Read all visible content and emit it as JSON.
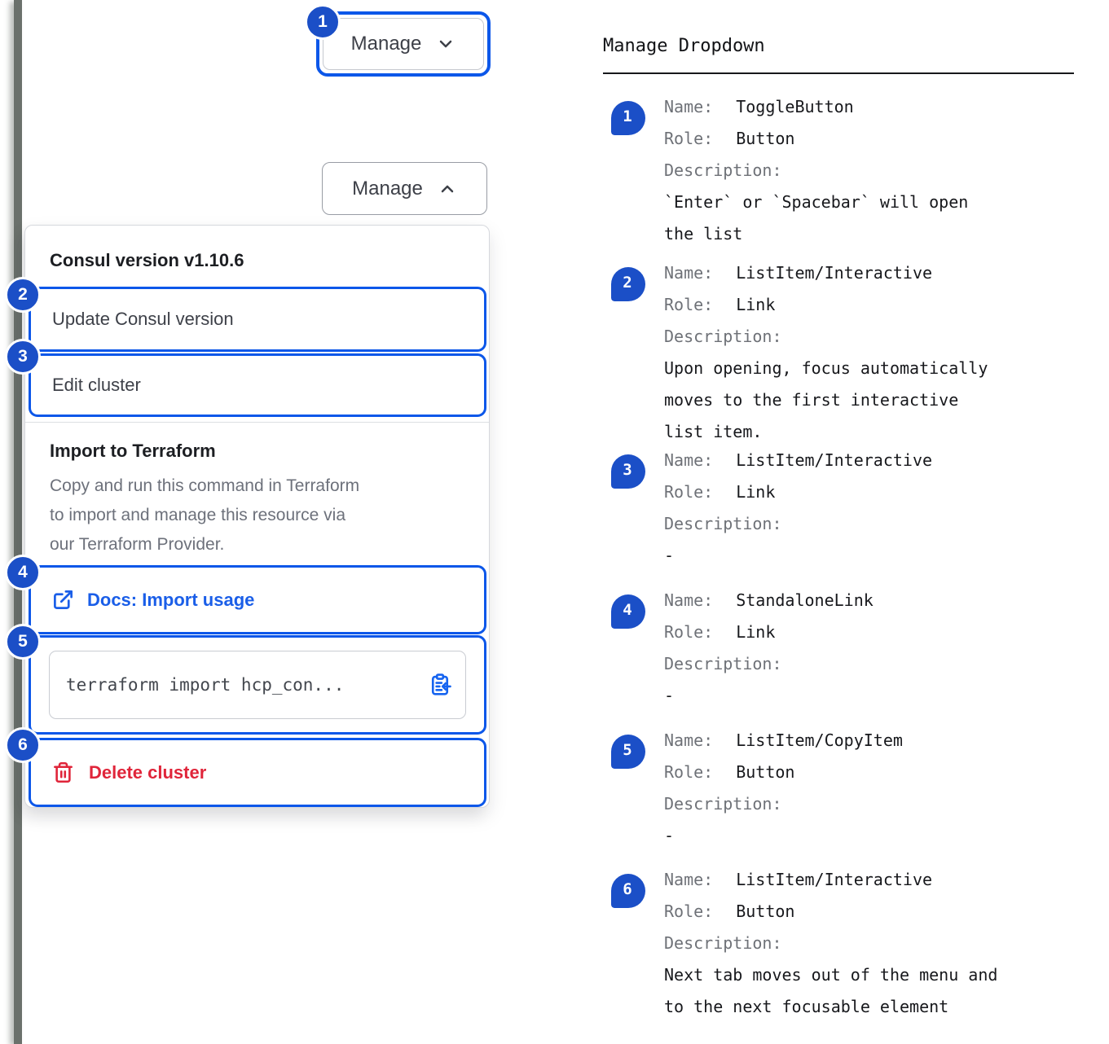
{
  "colors": {
    "focus_blue": "#0c57e9",
    "badge_blue": "#1b4fc7",
    "link_blue": "#1a5ee8",
    "danger_red": "#e0253a"
  },
  "toggle": {
    "collapsed_label": "Manage",
    "expanded_label": "Manage"
  },
  "dropdown": {
    "header": "Consul version v1.10.6",
    "items": [
      {
        "label": "Update Consul version"
      },
      {
        "label": "Edit cluster"
      }
    ],
    "import_section": {
      "title": "Import to Terraform",
      "description": "Copy and run this command in Terraform\nto import and manage this resource via\nour Terraform Provider.",
      "docs_link_label": "Docs: Import usage",
      "code": "terraform import hcp_con...",
      "delete_label": "Delete cluster"
    }
  },
  "annotations": {
    "title": "Manage Dropdown",
    "labels": {
      "name": "Name:",
      "role": "Role:",
      "description": "Description:"
    },
    "items": [
      {
        "number": "1",
        "name": "ToggleButton",
        "role": "Button",
        "description": "`Enter` or `Spacebar` will open\nthe list"
      },
      {
        "number": "2",
        "name": "ListItem/Interactive",
        "role": "Link",
        "description": "Upon opening, focus automatically\nmoves to the first interactive\nlist item."
      },
      {
        "number": "3",
        "name": "ListItem/Interactive",
        "role": "Link",
        "description": "-"
      },
      {
        "number": "4",
        "name": "StandaloneLink",
        "role": "Link",
        "description": "-"
      },
      {
        "number": "5",
        "name": "ListItem/CopyItem",
        "role": "Button",
        "description": "-"
      },
      {
        "number": "6",
        "name": "ListItem/Interactive",
        "role": "Button",
        "description": "Next tab moves out of the menu and\nto the next focusable element"
      }
    ]
  }
}
